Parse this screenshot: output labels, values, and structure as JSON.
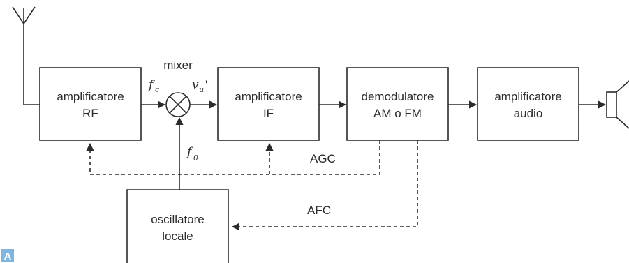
{
  "blocks": {
    "rf_amp": [
      "amplificatore",
      "RF"
    ],
    "if_amp": [
      "amplificatore",
      "IF"
    ],
    "demod": [
      "demodulatore",
      "AM o FM"
    ],
    "audio_amp": [
      "amplificatore",
      "audio"
    ],
    "local_osc": [
      "oscillatore",
      "locale"
    ]
  },
  "labels": {
    "mixer": "mixer",
    "fc_main": "f",
    "fc_sub": "c",
    "vu_main": "v",
    "vu_sub": "u",
    "vu_prime": "'",
    "f0_main": "f",
    "f0_sub": "0",
    "agc": "AGC",
    "afc": "AFC"
  },
  "badge": {
    "text": "A",
    "color": "#7fb6df"
  }
}
